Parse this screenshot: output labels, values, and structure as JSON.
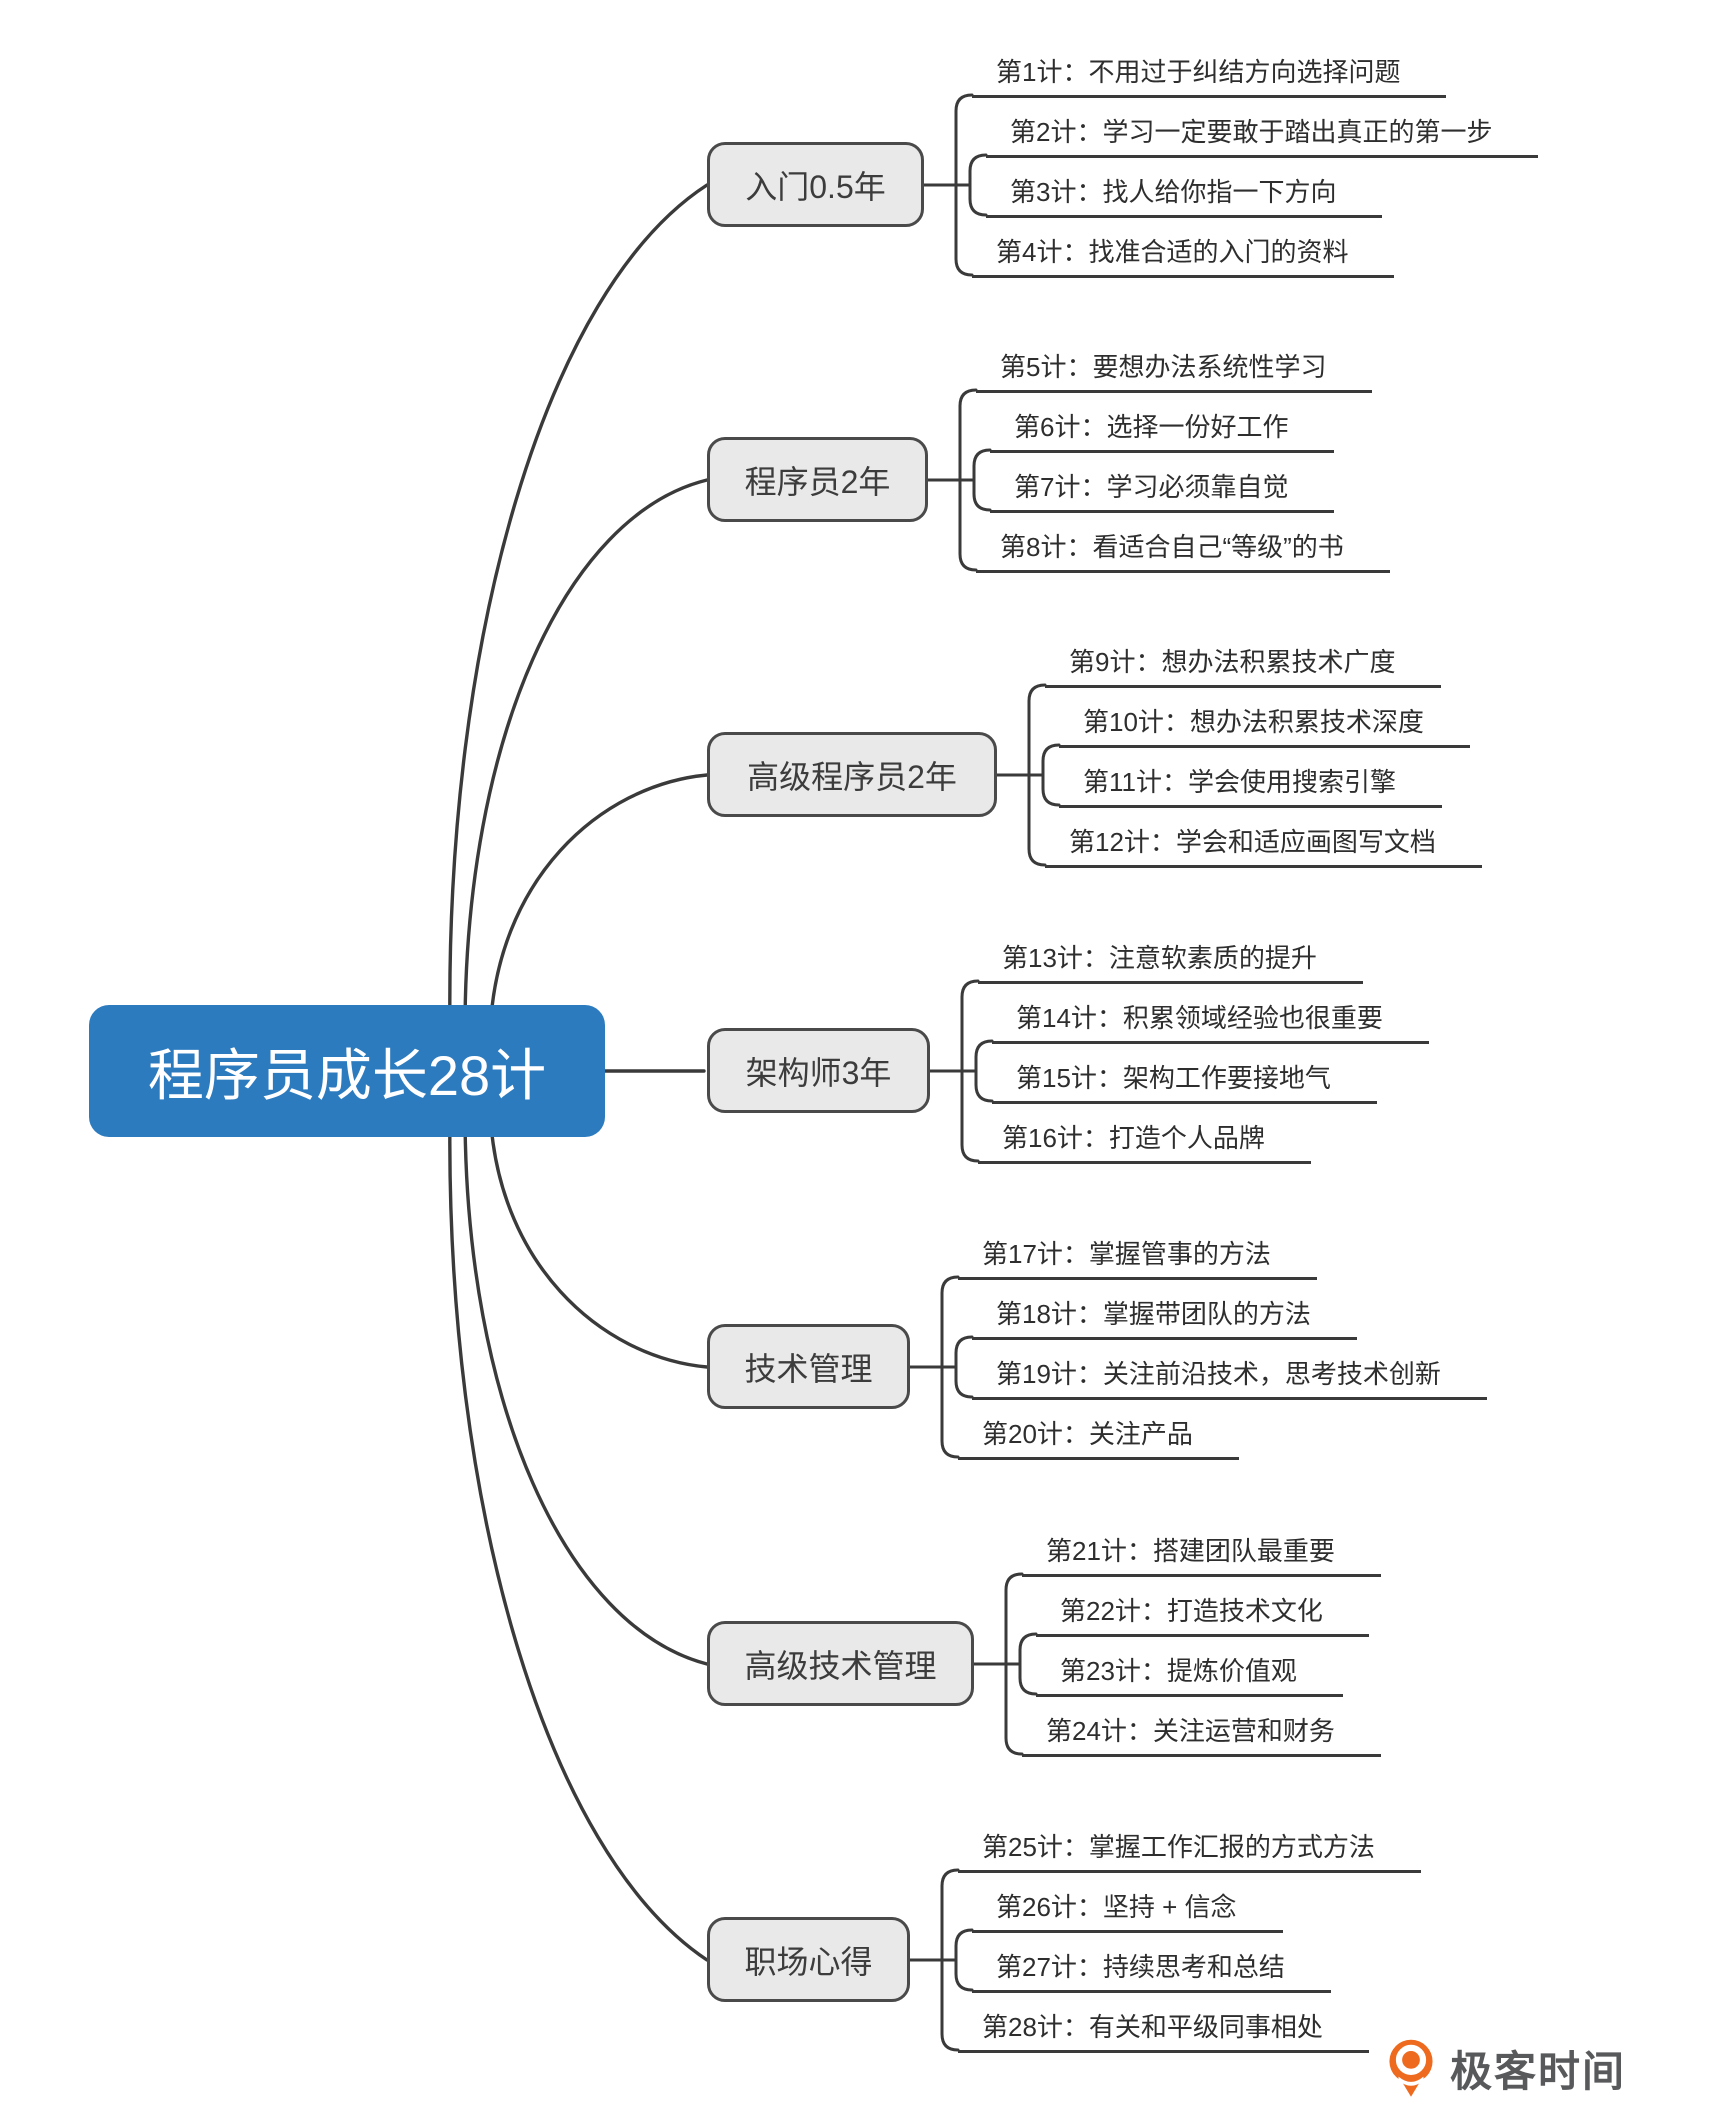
{
  "central": {
    "label": "程序员成长28计"
  },
  "branches": [
    {
      "label": "入门0.5年",
      "children": [
        "第1计：不用过于纠结方向选择问题",
        "第2计：学习一定要敢于踏出真正的第一步",
        "第3计：找人给你指一下方向",
        "第4计：找准合适的入门的资料"
      ]
    },
    {
      "label": "程序员2年",
      "children": [
        "第5计：要想办法系统性学习",
        "第6计：选择一份好工作",
        "第7计：学习必须靠自觉",
        "第8计：看适合自己“等级”的书"
      ]
    },
    {
      "label": "高级程序员2年",
      "children": [
        "第9计：想办法积累技术广度",
        "第10计：想办法积累技术深度",
        "第11计：学会使用搜索引擎",
        "第12计：学会和适应画图写文档"
      ]
    },
    {
      "label": "架构师3年",
      "children": [
        "第13计：注意软素质的提升",
        "第14计：积累领域经验也很重要",
        "第15计：架构工作要接地气",
        "第16计：打造个人品牌"
      ]
    },
    {
      "label": "技术管理",
      "children": [
        "第17计：掌握管事的方法",
        "第18计：掌握带团队的方法",
        "第19计：关注前沿技术，思考技术创新",
        "第20计：关注产品"
      ]
    },
    {
      "label": "高级技术管理",
      "children": [
        "第21计：搭建团队最重要",
        "第22计：打造技术文化",
        "第23计：提炼价值观",
        "第24计：关注运营和财务"
      ]
    },
    {
      "label": "职场心得",
      "children": [
        "第25计：掌握工作汇报的方式方法",
        "第26计：坚持 + 信念",
        "第27计：持续思考和总结",
        "第28计：有关和平级同事相处"
      ]
    }
  ],
  "logo": {
    "text": "极客时间",
    "icon": "geektime-pin-icon"
  },
  "colors": {
    "central_fill": "#2d7bbf",
    "central_text": "#ffffff",
    "branch_fill": "#e9e9e9",
    "branch_border": "#4a4a4a",
    "line": "#3a3a3a",
    "logo_orange": "#ed6a1e",
    "logo_text": "#58595b"
  }
}
